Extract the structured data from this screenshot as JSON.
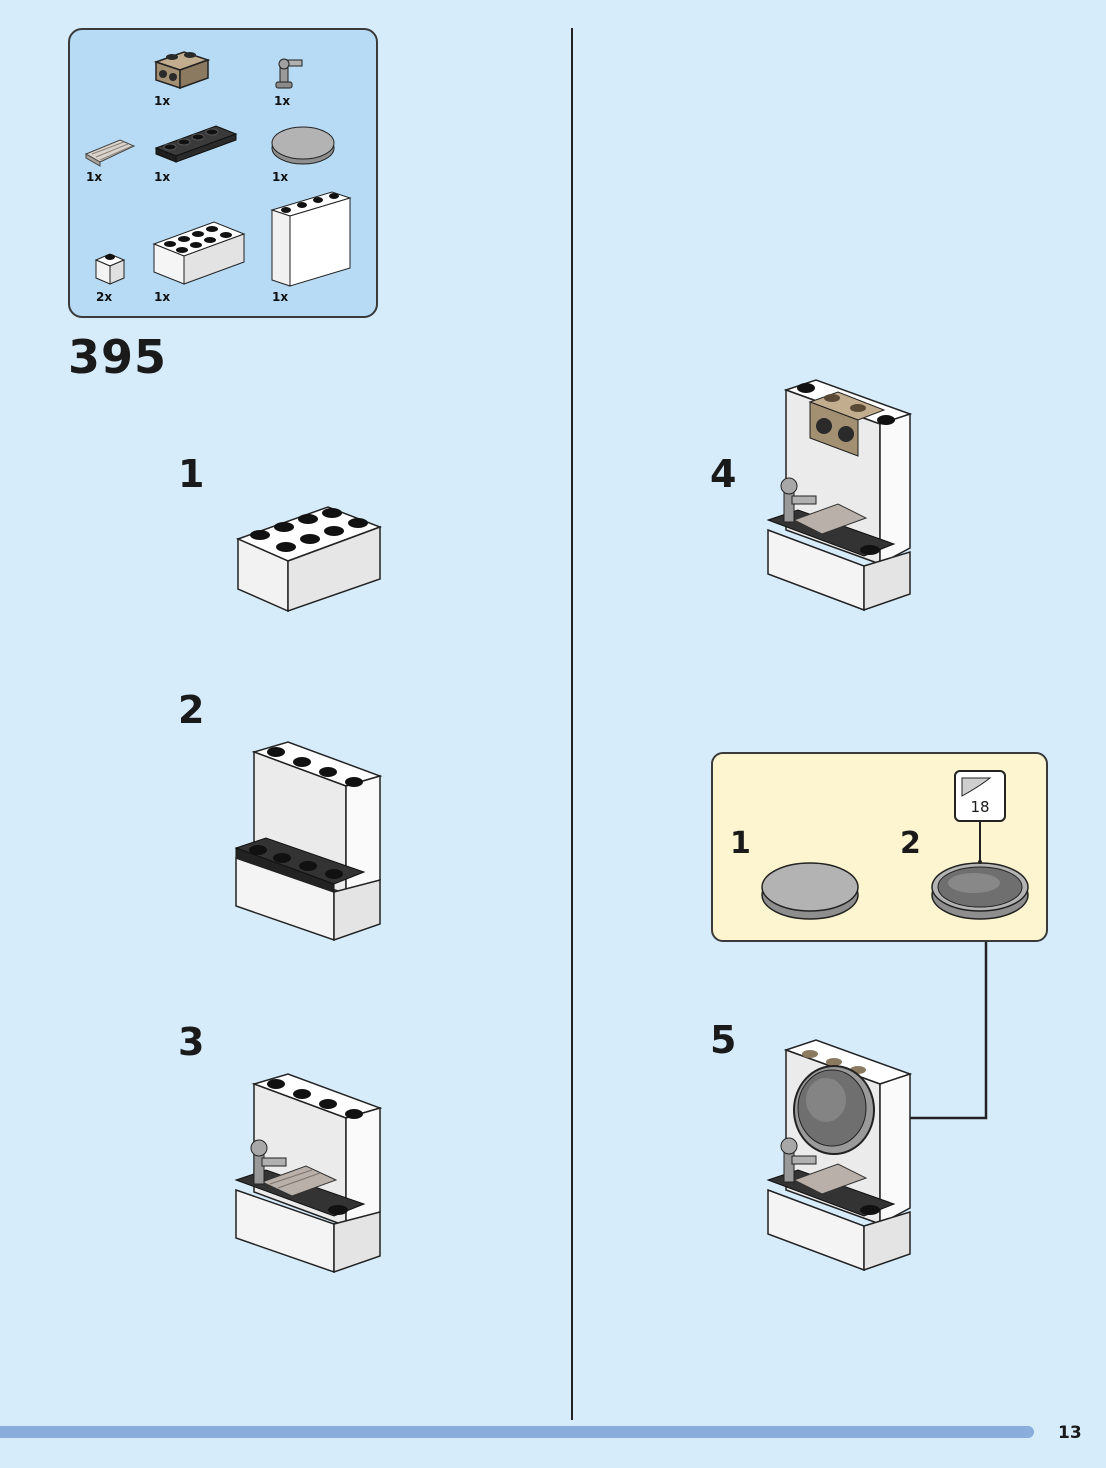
{
  "parts_list": {
    "items": [
      {
        "name": "brick-1x2-with-studs-on-side",
        "color": "#a38f72",
        "quantity": "1x"
      },
      {
        "name": "faucet-tap",
        "color": "#9a9a9a",
        "quantity": "1x"
      },
      {
        "name": "grille-tile",
        "color": "#bfb7b0",
        "quantity": "1x"
      },
      {
        "name": "plate-1x4",
        "color": "#2b2b2b",
        "quantity": "1x"
      },
      {
        "name": "round-tile-2x2",
        "color": "#a9a9a9",
        "quantity": "1x"
      },
      {
        "name": "brick-1x1",
        "color": "#ffffff",
        "quantity": "2x"
      },
      {
        "name": "brick-2x4",
        "color": "#ffffff",
        "quantity": "1x"
      },
      {
        "name": "panel-1x4x3",
        "color": "#ffffff",
        "quantity": "1x"
      }
    ]
  },
  "set_number": "395",
  "steps": [
    {
      "number": "1"
    },
    {
      "number": "2"
    },
    {
      "number": "3"
    },
    {
      "number": "4"
    },
    {
      "number": "5"
    }
  ],
  "callout": {
    "sub_steps": [
      "1",
      "2"
    ],
    "sticker_number": "18"
  },
  "page_number": "13",
  "colors": {
    "background": "#d6ecfb",
    "parts_panel": "#b7dbf4",
    "callout_panel": "#fdf5cf",
    "progress_bar": "#8aaddc"
  }
}
